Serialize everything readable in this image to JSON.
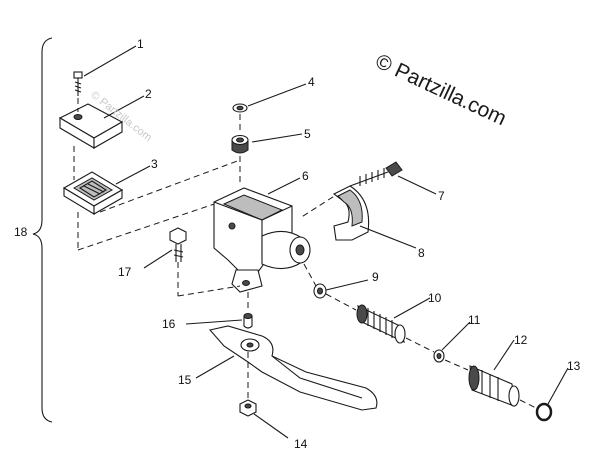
{
  "watermark": {
    "main": "© Partzilla.com",
    "faint": "© Partzilla.com"
  },
  "callouts": {
    "c1": "1",
    "c2": "2",
    "c3": "3",
    "c4": "4",
    "c5": "5",
    "c6": "6",
    "c7": "7",
    "c8": "8",
    "c9": "9",
    "c10": "10",
    "c11": "11",
    "c12": "12",
    "c13": "13",
    "c14": "14",
    "c15": "15",
    "c16": "16",
    "c17": "17",
    "c18": "18"
  },
  "colors": {
    "ink": "#1a1a1a",
    "shade": "#bdbdbd",
    "background": "#ffffff"
  }
}
